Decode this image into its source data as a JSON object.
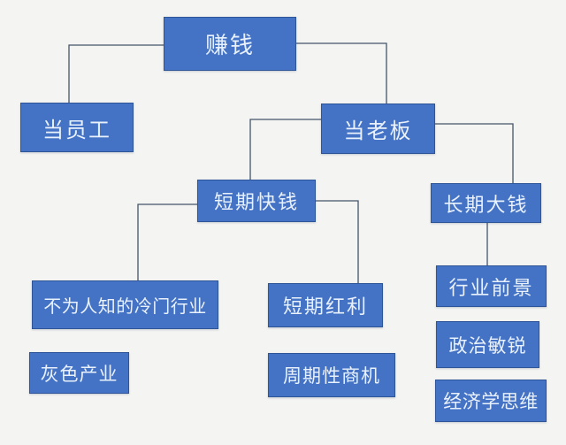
{
  "diagram": {
    "type": "mind-map",
    "colors": {
      "background": "#f4f4f2",
      "node_fill": "#4472c4",
      "node_border": "#2e5597",
      "node_text": "#e9f1fc",
      "connector": "#44546a"
    },
    "nodes": {
      "make_money": {
        "label": "赚钱"
      },
      "be_employee": {
        "label": "当员工"
      },
      "be_boss": {
        "label": "当老板"
      },
      "short_quick": {
        "label": "短期快钱"
      },
      "long_big": {
        "label": "长期大钱"
      },
      "niche": {
        "label": "不为人知的冷门行业"
      },
      "dividend": {
        "label": "短期红利"
      },
      "gray": {
        "label": "灰色产业"
      },
      "cyclical": {
        "label": "周期性商机"
      },
      "prospects": {
        "label": "行业前景"
      },
      "political": {
        "label": "政治敏锐"
      },
      "economics": {
        "label": "经济学思维"
      }
    },
    "edges": [
      {
        "from": "make_money",
        "to": "be_employee"
      },
      {
        "from": "make_money",
        "to": "be_boss"
      },
      {
        "from": "be_boss",
        "to": "short_quick"
      },
      {
        "from": "be_boss",
        "to": "long_big"
      },
      {
        "from": "short_quick",
        "to": "niche"
      },
      {
        "from": "short_quick",
        "to": "dividend"
      },
      {
        "from": "long_big",
        "to": "prospects"
      }
    ]
  }
}
